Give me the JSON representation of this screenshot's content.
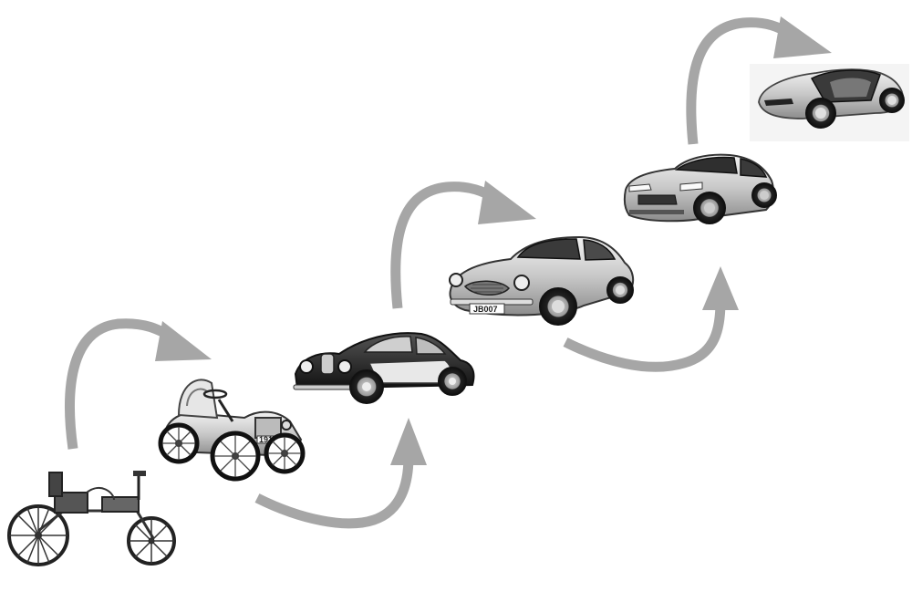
{
  "diagram": {
    "type": "evolution-sequence",
    "stages": [
      {
        "id": "horseless-carriage",
        "icon": "horseless-carriage-icon"
      },
      {
        "id": "veteran-car",
        "icon": "veteran-car-icon",
        "plate": "1910"
      },
      {
        "id": "classic-coupe",
        "icon": "classic-coupe-icon"
      },
      {
        "id": "grand-tourer",
        "icon": "grand-tourer-icon",
        "plate": "JB007"
      },
      {
        "id": "modern-sports-car",
        "icon": "modern-sports-car-icon"
      },
      {
        "id": "concept-car",
        "icon": "concept-car-icon"
      }
    ],
    "arrow_color": "#a6a6a6",
    "background": "#ffffff"
  }
}
